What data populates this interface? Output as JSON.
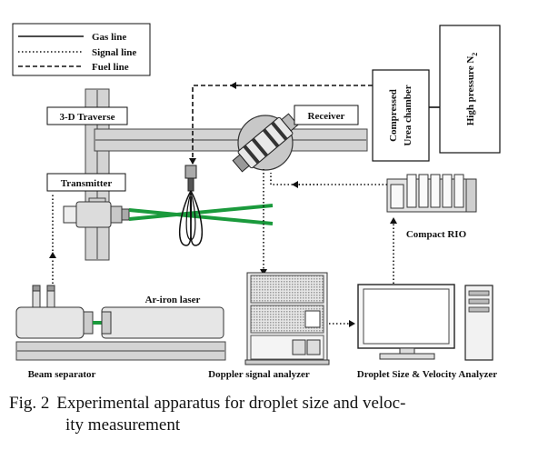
{
  "legend": {
    "gas": "Gas line",
    "signal": "Signal line",
    "fuel": "Fuel line"
  },
  "labels": {
    "traverse": "3-D Traverse",
    "transmitter": "Transmitter",
    "receiver": "Receiver",
    "compressed_line1": "Compressed",
    "compressed_line2": "Urea chamber",
    "high_pressure": "High pressure N",
    "high_pressure_sub": "2",
    "compact_rio": "Compact RIO",
    "laser": "Ar-iron laser",
    "beam_separator": "Beam separator",
    "doppler": "Doppler signal analyzer",
    "droplet": "Droplet Size & Velocity Analyzer"
  },
  "caption": {
    "number": "Fig. 2",
    "line1": "Experimental apparatus for droplet size and veloc-",
    "line2": "ity measurement"
  },
  "colors": {
    "laser_beam": "#1a9a3c"
  }
}
